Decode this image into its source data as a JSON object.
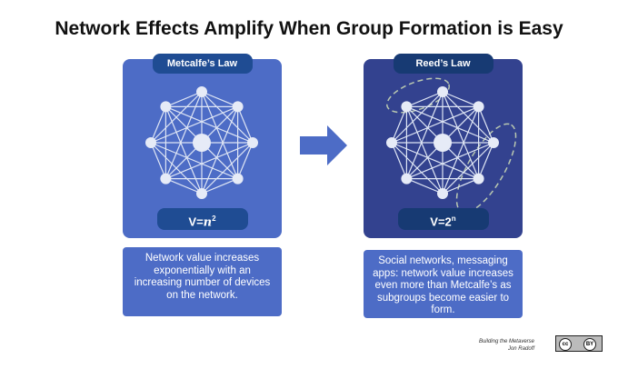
{
  "title": "Network Effects Amplify When Group Formation is Easy",
  "left": {
    "label": "Metcalfe’s Law",
    "formula_base": "V=",
    "formula_var": "n",
    "formula_exp": "2",
    "description": "Network value increases exponentially with an increasing number of devices on the network."
  },
  "right": {
    "label": "Reed’s Law",
    "formula_base": "V=2",
    "formula_exp": "n",
    "description": "Social networks, messaging apps: network value increases even more than Metcalfe’s as subgroups become easier to form."
  },
  "credit": {
    "line1": "Building the Metaverse",
    "line2": "Jon Radoff"
  },
  "license": {
    "cc": "cc",
    "by": "BY"
  },
  "colors": {
    "left_panel": "#4d6cc6",
    "right_panel": "#33428f",
    "pill": "#1f4c93"
  }
}
